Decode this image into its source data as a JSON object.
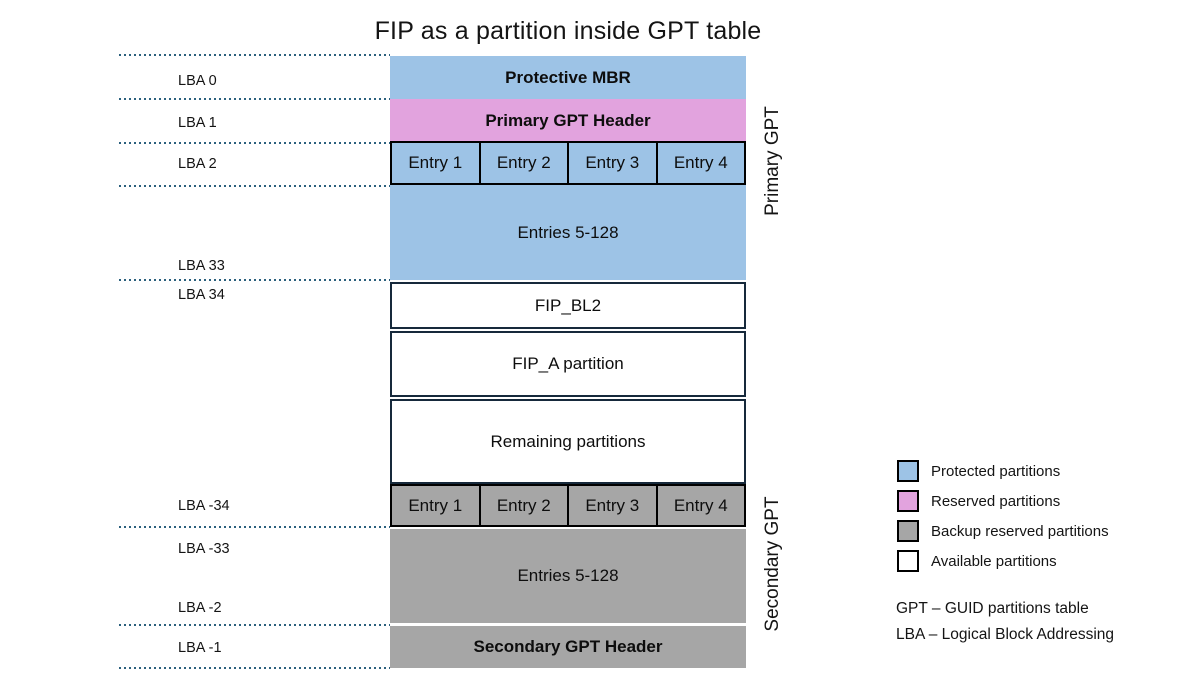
{
  "title": "FIP as a partition inside GPT table",
  "colors": {
    "protected": "#9DC3E6",
    "reserved": "#E2A3DE",
    "backup": "#A6A6A6",
    "available": "#FFFFFF",
    "dark_border": "#16293B",
    "dotted_line": "#2B607D"
  },
  "left_axis": {
    "labels": [
      "LBA 0",
      "LBA 1",
      "LBA 2",
      "LBA 33",
      "LBA 34",
      "LBA -34",
      "LBA -33",
      "LBA -2",
      "LBA -1"
    ]
  },
  "blocks": {
    "protective_mbr": "Protective MBR",
    "primary_gpt_header": "Primary GPT Header",
    "primary_entries": [
      "Entry 1",
      "Entry 2",
      "Entry 3",
      "Entry 4"
    ],
    "primary_entries_rest": "Entries 5-128",
    "fip_bl2": "FIP_BL2",
    "fip_a": "FIP_A partition",
    "remaining": "Remaining partitions",
    "secondary_entries": [
      "Entry 1",
      "Entry 2",
      "Entry 3",
      "Entry 4"
    ],
    "secondary_entries_rest": "Entries 5-128",
    "secondary_gpt_header": "Secondary GPT Header"
  },
  "side_labels": {
    "primary": "Primary GPT",
    "secondary": "Secondary GPT"
  },
  "legend": {
    "items": [
      {
        "label": "Protected partitions",
        "color": "#9DC3E6"
      },
      {
        "label": "Reserved partitions",
        "color": "#E2A3DE"
      },
      {
        "label": "Backup reserved partitions",
        "color": "#A6A6A6"
      },
      {
        "label": "Available partitions",
        "color": "#FFFFFF"
      }
    ],
    "abbreviations": [
      "GPT – GUID partitions table",
      "LBA – Logical Block Addressing"
    ]
  }
}
